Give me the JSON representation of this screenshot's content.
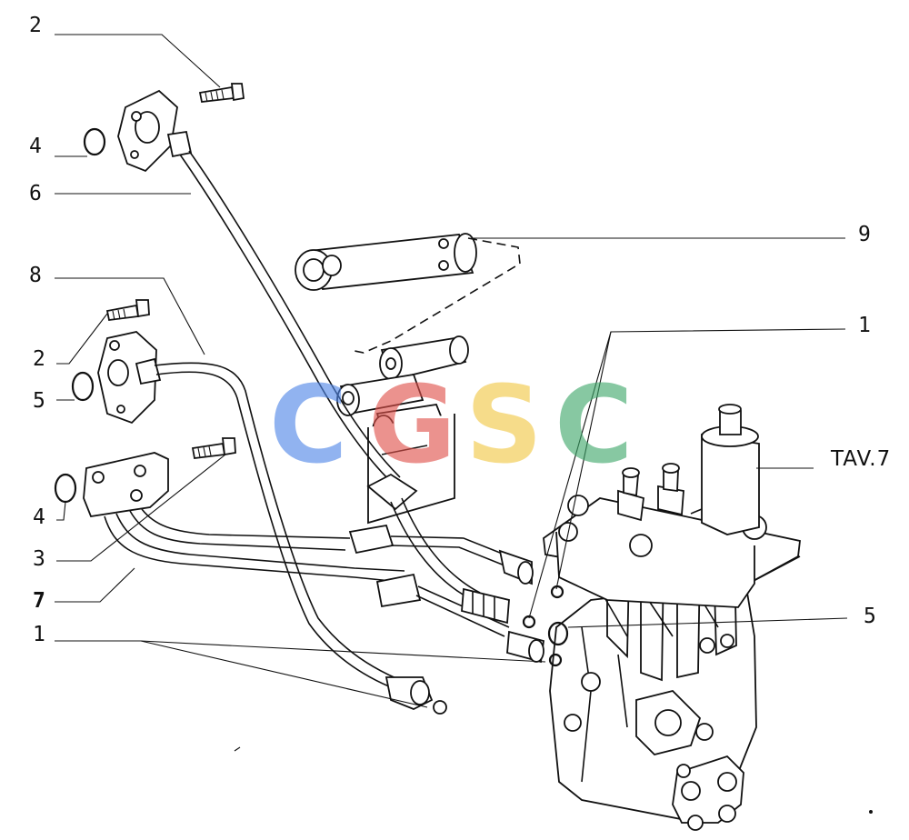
{
  "callouts": [
    {
      "id": "c1",
      "text": "2"
    },
    {
      "id": "c2",
      "text": "4"
    },
    {
      "id": "c3",
      "text": "6"
    },
    {
      "id": "c4",
      "text": "8"
    },
    {
      "id": "c5",
      "text": "2"
    },
    {
      "id": "c6",
      "text": "5"
    },
    {
      "id": "c7",
      "text": "4"
    },
    {
      "id": "c8",
      "text": "3"
    },
    {
      "id": "c9",
      "text": "7"
    },
    {
      "id": "c10",
      "text": "1"
    },
    {
      "id": "c11",
      "text": "9"
    },
    {
      "id": "c12",
      "text": "1"
    },
    {
      "id": "c13",
      "text": "5"
    }
  ],
  "plate_label": "TAV.7",
  "watermark": {
    "letters": [
      "C",
      "G",
      "S",
      "C"
    ],
    "colors": [
      "#4f86e8",
      "#e0504a",
      "#f2c744",
      "#3ea86a"
    ]
  }
}
